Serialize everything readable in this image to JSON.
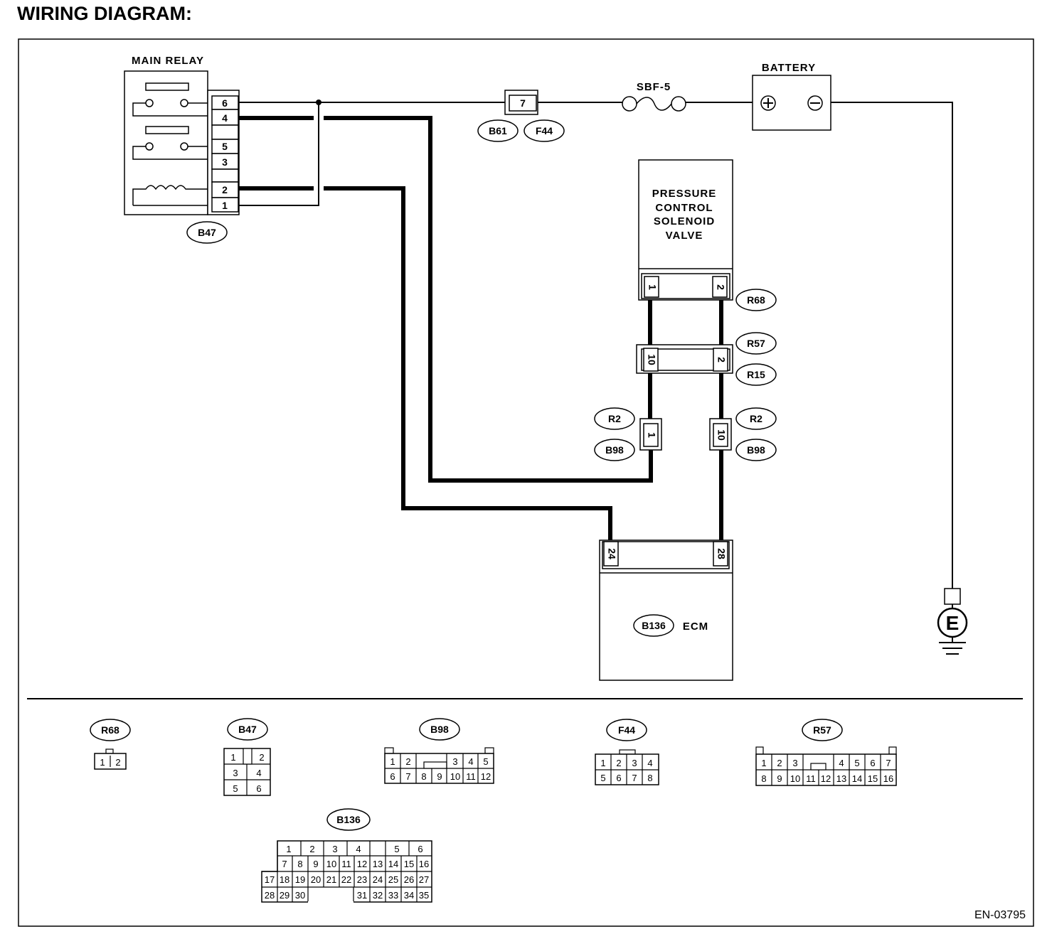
{
  "title": "WIRING DIAGRAM:",
  "figure_id": "EN-03795",
  "main_relay": {
    "label": "MAIN RELAY",
    "connector": "B47",
    "pins": [
      "6",
      "4",
      "5",
      "3",
      "2",
      "1"
    ]
  },
  "fuse": {
    "label": "SBF-5"
  },
  "battery": {
    "label": "BATTERY",
    "plus": "⊕",
    "minus": "⊖"
  },
  "inline_connector": {
    "pin": "7",
    "codes": [
      "B61",
      "F44"
    ]
  },
  "solenoid": {
    "lines": [
      "PRESSURE",
      "CONTROL",
      "SOLENOID",
      "VALVE"
    ],
    "connector": "R68",
    "pins": [
      "1",
      "2"
    ]
  },
  "joint_r57": {
    "codes": [
      "R57",
      "R15"
    ],
    "pins": [
      "10",
      "2"
    ]
  },
  "joint_r2_left": {
    "codes": [
      "R2",
      "B98"
    ],
    "pin": "1"
  },
  "joint_r2_right": {
    "codes": [
      "R2",
      "B98"
    ],
    "pin": "10"
  },
  "ecm": {
    "label": "ECM",
    "connector": "B136",
    "pins": [
      "24",
      "28"
    ]
  },
  "ground": {
    "label": "E"
  },
  "connector_views": [
    {
      "id": "R68",
      "rows": [
        [
          "1",
          "2"
        ]
      ]
    },
    {
      "id": "B47",
      "rows": [
        [
          "1",
          "",
          "2"
        ],
        [
          "3",
          "4"
        ],
        [
          "5",
          "6"
        ]
      ]
    },
    {
      "id": "B98",
      "rows": [
        [
          "1",
          "2",
          "",
          "3",
          "4",
          "5"
        ],
        [
          "6",
          "7",
          "8",
          "9",
          "10",
          "11",
          "12"
        ]
      ]
    },
    {
      "id": "F44",
      "rows": [
        [
          "1",
          "2",
          "3",
          "4"
        ],
        [
          "5",
          "6",
          "7",
          "8"
        ]
      ]
    },
    {
      "id": "R57",
      "rows": [
        [
          "1",
          "2",
          "3",
          "",
          "4",
          "5",
          "6",
          "7"
        ],
        [
          "8",
          "9",
          "10",
          "11",
          "12",
          "13",
          "14",
          "15",
          "16"
        ]
      ]
    },
    {
      "id": "B136",
      "rows": [
        [
          "1",
          "2",
          "3",
          "4",
          "",
          "5",
          "6"
        ],
        [
          "7",
          "8",
          "9",
          "10",
          "11",
          "12",
          "13",
          "14",
          "15",
          "16"
        ],
        [
          "17",
          "18",
          "19",
          "20",
          "21",
          "22",
          "23",
          "24",
          "25",
          "26",
          "27"
        ],
        [
          "28",
          "29",
          "30",
          "",
          "31",
          "32",
          "33",
          "34",
          "35"
        ]
      ]
    }
  ]
}
